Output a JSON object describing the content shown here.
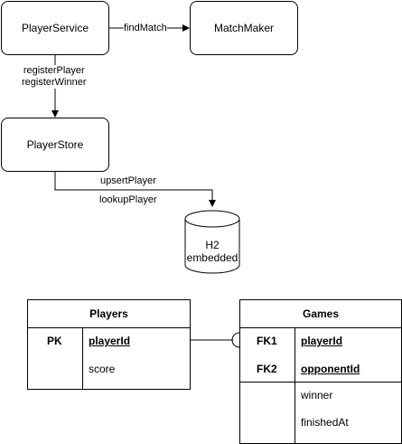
{
  "nodes": {
    "player_service": "PlayerService",
    "match_maker": "MatchMaker",
    "player_store": "PlayerStore",
    "h2": [
      "H2",
      "embedded"
    ]
  },
  "edges": {
    "find_match": "findMatch",
    "service_to_store": [
      "registerPlayer",
      "registerWinner"
    ],
    "store_to_h2": [
      "upsertPlayer",
      "lookupPlayer"
    ]
  },
  "players_table": {
    "title": "Players",
    "key": "PK",
    "key_field": "playerId",
    "field": "score"
  },
  "games_table": {
    "title": "Games",
    "key1": "FK1",
    "key1_field": "playerId",
    "key2": "FK2",
    "key2_field": "opponentId",
    "field1": "winner",
    "field2": "finishedAt"
  }
}
